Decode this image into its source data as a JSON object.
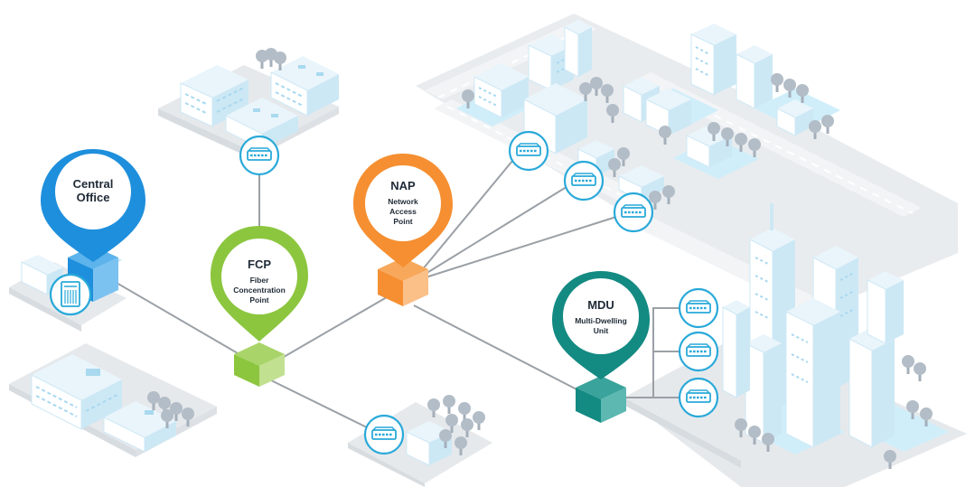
{
  "colors": {
    "ground": "#e6e9ec",
    "ground_dark": "#d7dce1",
    "road": "#eaedf0",
    "water": "#cfeefa",
    "building_face": "#f6fbfe",
    "building_side": "#cde8f5",
    "window": "#a9d9ef",
    "tree": "#a9b4bf",
    "tree_trunk": "#9aa5af",
    "line": "#9aa0a6",
    "device_ring": "#29a9d9",
    "central_office": "#1e8fdc",
    "fcp": "#8cc63f",
    "nap": "#f58f31",
    "mdu": "#138a82"
  },
  "icons": {
    "switch": "network-switch-icon",
    "server": "server-rack-icon"
  },
  "nodes": {
    "central_office": {
      "lines": [
        "Central",
        "Office"
      ]
    },
    "fcp": {
      "title": "FCP",
      "sub": [
        "Fiber",
        "Concentration",
        "Point"
      ]
    },
    "nap": {
      "title": "NAP",
      "sub": [
        "Network",
        "Access",
        "Point"
      ]
    },
    "mdu": {
      "title": "MDU",
      "sub": [
        "Multi-Dwelling",
        "Unit"
      ]
    }
  }
}
